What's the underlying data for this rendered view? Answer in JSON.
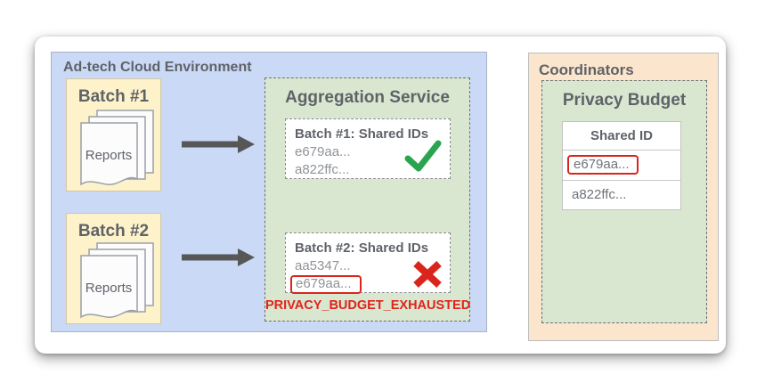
{
  "adtech": {
    "label": "Ad-tech Cloud Environment",
    "batches": [
      {
        "title": "Batch #1",
        "doc_label": "Reports"
      },
      {
        "title": "Batch #2",
        "doc_label": "Reports"
      }
    ],
    "aggregation": {
      "title": "Aggregation Service",
      "results": [
        {
          "title": "Batch #1: Shared IDs",
          "ids": [
            "e679aa...",
            "a822ffc..."
          ],
          "status": "success"
        },
        {
          "title": "Batch #2: Shared IDs",
          "ids": [
            "aa5347...",
            "e679aa..."
          ],
          "status": "error",
          "flagged_id": "e679aa..."
        }
      ],
      "error_label": "PRIVACY_BUDGET_EXHAUSTED"
    }
  },
  "coordinators": {
    "label": "Coordinators",
    "privacy_budget": {
      "title": "Privacy Budget",
      "table": {
        "header": "Shared ID",
        "rows": [
          "e679aa...",
          "a822ffc..."
        ],
        "flagged_row": "e679aa..."
      }
    }
  },
  "colors": {
    "adtech_panel_bg": "#c9d9f6",
    "batch_bg": "#fef2cb",
    "service_bg": "#d9e7d1",
    "coordinators_bg": "#fce5cd",
    "success_green": "#2aa44f",
    "error_red": "#da251d",
    "heading_gray": "#5f6368"
  }
}
